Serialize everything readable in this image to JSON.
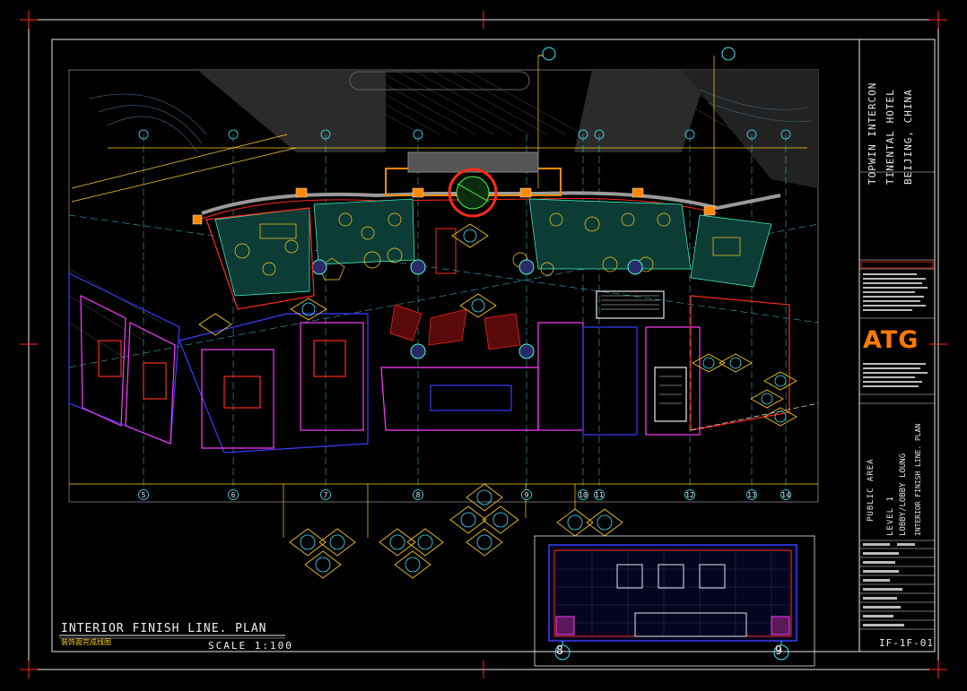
{
  "colors": {
    "background": "#000000",
    "frame_white": "#e8e8e8",
    "wall_red": "#ff2a1a",
    "wall_blue": "#3c3cff",
    "wall_magenta": "#ff3cff",
    "grid_blue": "#4f7dff",
    "dim_yellow": "#ffd21f",
    "hatch_green": "#43ffcf",
    "axis_cyan": "#3fe9ff",
    "marker_orange": "#ff8a00",
    "logo_orange": "#ff7a00"
  },
  "drawing": {
    "plan_title": "INTERIOR FINISH LINE. PLAN",
    "plan_title_cn": "装饰面完成线图",
    "scale": "SCALE 1:100",
    "drawing_number": "IF-1F-01"
  },
  "title_block": {
    "project_line_1": "TOPWIN INTERCON",
    "project_line_2": "TINENTAL HOTEL",
    "project_line_3": "BEIJING, CHINA",
    "logo_text": "ATG",
    "area_line_1": "PUBLIC AREA",
    "area_line_2": "LEVEL 1",
    "area_line_3": "LOBBY/LOBBY LOUNG",
    "area_line_4": "INTERIOR FINISH LINE. PLAN"
  },
  "grid_axes": {
    "bottom_labels": [
      "5",
      "6",
      "7",
      "8",
      "9",
      "10",
      "11",
      "12",
      "13",
      "14"
    ],
    "mini_plan_labels": [
      "8",
      "9"
    ]
  }
}
